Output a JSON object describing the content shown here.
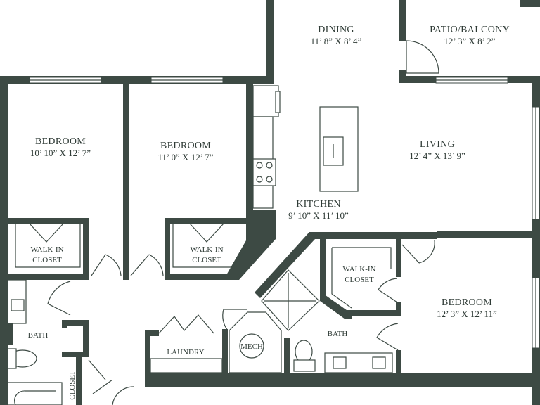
{
  "rooms": {
    "dining": {
      "name": "DINING",
      "dims": "11’ 8” X 8’ 4”"
    },
    "patio": {
      "name": "PATIO/BALCONY",
      "dims": "12’ 3” X 8’ 2”"
    },
    "bedroom_1": {
      "name": "BEDROOM",
      "dims": "10’ 10” X 12’ 7”"
    },
    "bedroom_2": {
      "name": "BEDROOM",
      "dims": "11’ 0” X 12’ 7”"
    },
    "living": {
      "name": "LIVING",
      "dims": "12’ 4” X 13’ 9”"
    },
    "kitchen": {
      "name": "KITCHEN",
      "dims": "9’ 10” X 11’ 10”"
    },
    "bedroom_3": {
      "name": "BEDROOM",
      "dims": "12’ 3” X 12’ 11”"
    },
    "walkin_1": {
      "line1": "WALK-IN",
      "line2": "CLOSET"
    },
    "walkin_2": {
      "line1": "WALK-IN",
      "line2": "CLOSET"
    },
    "walkin_3": {
      "line1": "WALK-IN",
      "line2": "CLOSET"
    },
    "bath_1": {
      "name": "BATH"
    },
    "bath_2": {
      "name": "BATH"
    },
    "laundry": {
      "name": "LAUNDRY"
    },
    "mech": {
      "name": "MECH"
    },
    "closet": {
      "name": "CLOSET"
    }
  },
  "colors": {
    "wall": "#3d4a44",
    "text": "#2f3b36"
  }
}
